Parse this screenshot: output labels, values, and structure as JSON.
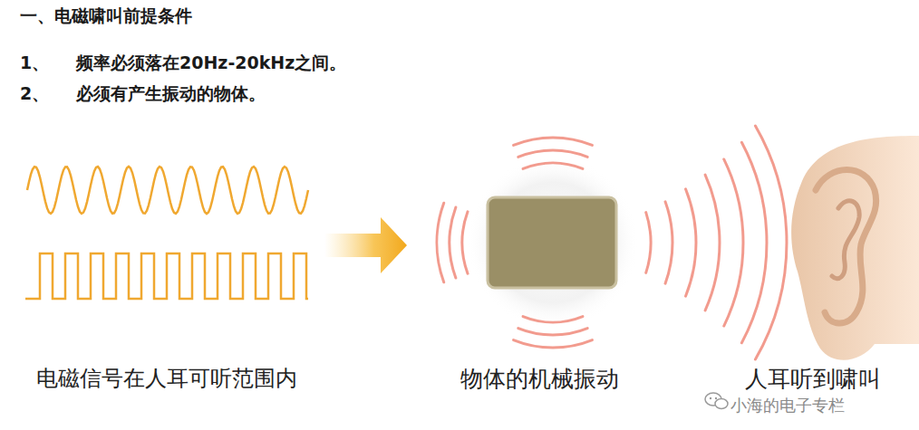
{
  "diagram": {
    "title": "一、电磁啸叫前提条件",
    "labels": [
      "1、",
      "频率必须落在20Hz-20kHz之间。",
      "2、",
      "必须有产生振动的物体。",
      "电磁信号在人耳可听范围内",
      "物体的机械振动",
      "人耳听到啸叫",
      "小海的电子专栏"
    ]
  }
}
